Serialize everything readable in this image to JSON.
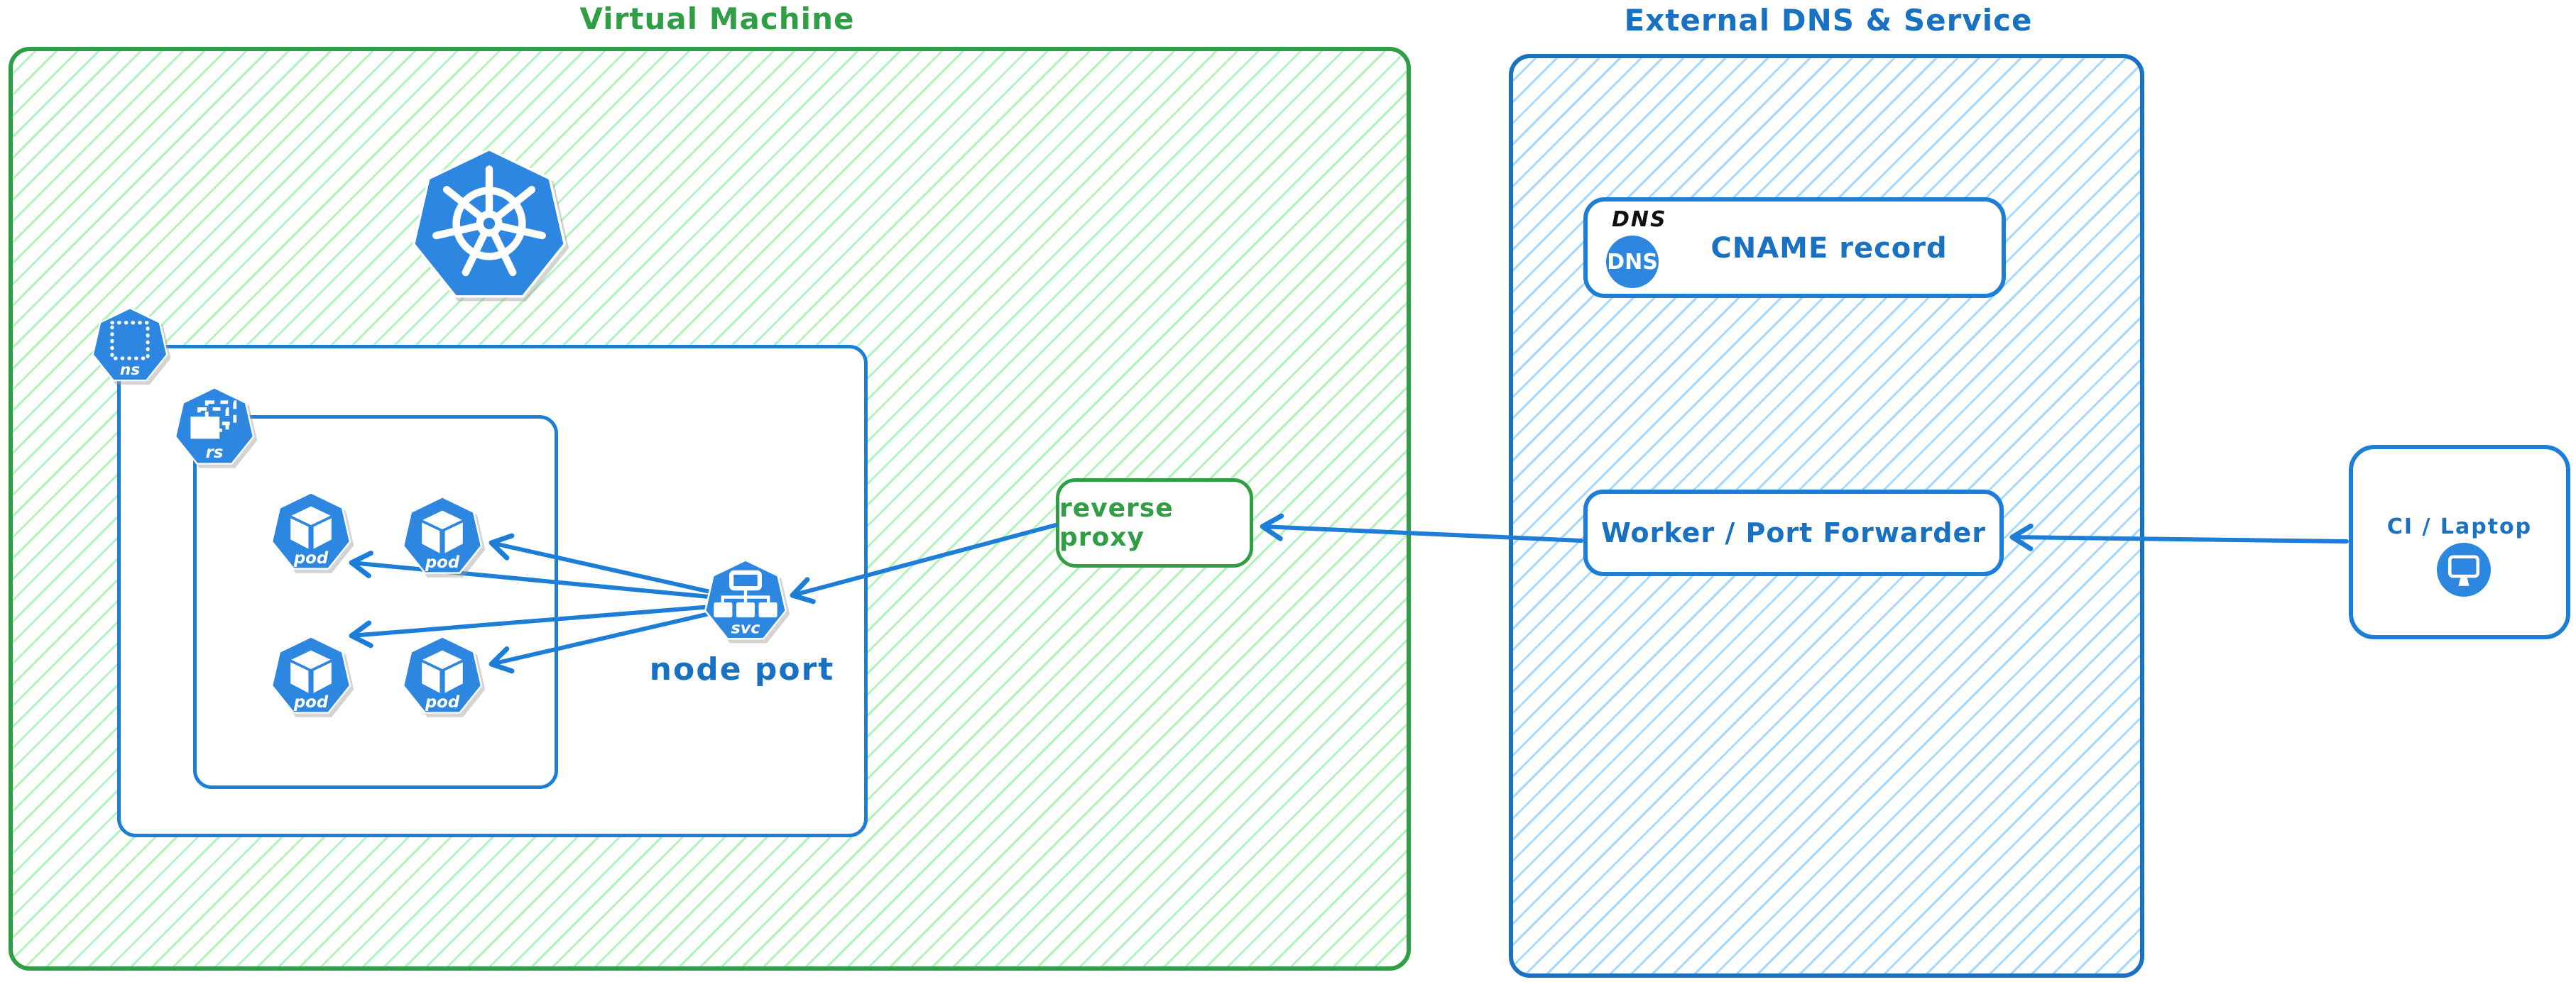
{
  "titles": {
    "vm": "Virtual Machine",
    "external": "External DNS & Service"
  },
  "kubernetes": {
    "namespace_label": "ns",
    "replicaset_label": "rs",
    "service_label": "svc",
    "service_caption": "node port",
    "pods": [
      {
        "label": "pod"
      },
      {
        "label": "pod"
      },
      {
        "label": "pod"
      },
      {
        "label": "pod"
      }
    ]
  },
  "nodes": {
    "reverse_proxy": {
      "label": "reverse proxy"
    },
    "dns": {
      "group_label": "DNS",
      "badge": "DNS",
      "record": "CNAME record"
    },
    "worker": {
      "label": "Worker / Port Forwarder"
    },
    "ci": {
      "label": "CI / Laptop"
    }
  },
  "colors": {
    "green_stroke": "#2f9e44",
    "green_hatch": "#b2f2bb",
    "blue_stroke": "#1971c2",
    "blue_hatch": "#a5d8ff",
    "arrow_blue": "#1c7ed6",
    "icon_blue": "#2d87e0",
    "dns_label_black": "#111111"
  }
}
